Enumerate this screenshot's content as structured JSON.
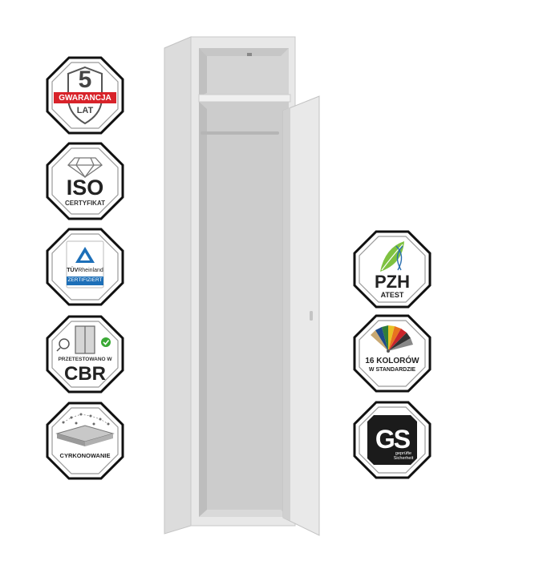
{
  "badges": {
    "warranty": {
      "number": "5",
      "ribbon": "GWARANCJA",
      "unit": "LAT",
      "ribbon_color": "#d8232a"
    },
    "iso": {
      "title": "ISO",
      "caption": "CERTYFIKAT"
    },
    "tuv": {
      "brand_bold": "TÜV",
      "brand_rest": "Rheinland",
      "ribbon": "ZERTIFIZIERT",
      "ribbon_color": "#1d6fb8",
      "icon": "tuv-triangle-icon"
    },
    "cbr": {
      "caption": "PRZETESTOWANO W",
      "title": "CBR",
      "icons": [
        "magnifier-icon",
        "locker-icon",
        "checkmark-icon"
      ],
      "check_color": "#3aa935"
    },
    "powder": {
      "caption": "CYRKONOWANIE",
      "icon": "powder-coating-layers-icon"
    },
    "pzh": {
      "title": "PZH",
      "caption": "ATEST",
      "icon": "leaf-dna-icon",
      "accent_color": "#7fc241"
    },
    "colors": {
      "line1": "16 KOLORÓW",
      "line2": "W STANDARDZIE",
      "icon": "color-fan-icon"
    },
    "gs": {
      "mark": "GS",
      "line1": "geprüfte",
      "line2": "Sicherheit"
    }
  },
  "product": {
    "name": "single-door-steel-locker",
    "body_color": "#e6e6e6"
  }
}
